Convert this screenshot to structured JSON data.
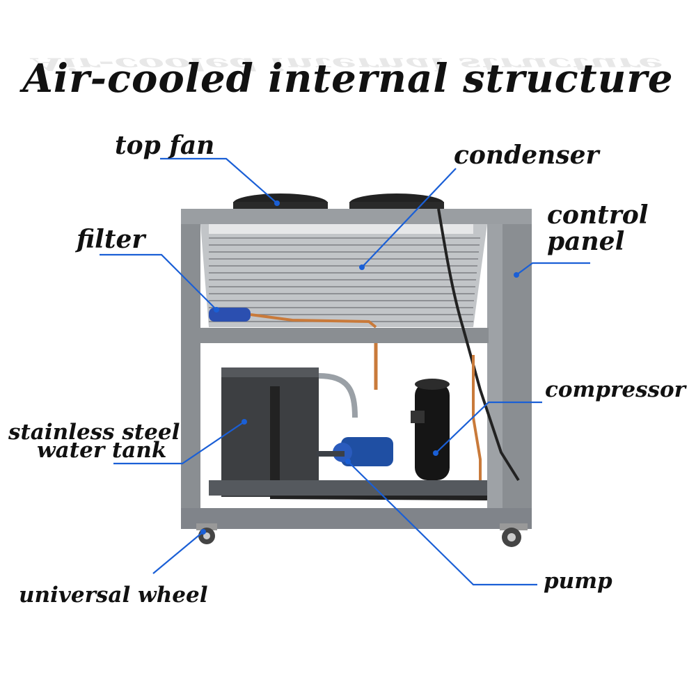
{
  "title": "Air-cooled internal structure",
  "labels": {
    "top_fan": "top fan",
    "condenser": "condenser",
    "control_panel_line1": "control",
    "control_panel_line2": "panel",
    "filter": "filter",
    "compressor": "compressor",
    "tank_line1": "stainless steel",
    "tank_line2": "water tank",
    "pump": "pump",
    "wheel": "universal wheel"
  },
  "colors": {
    "leader_line": "#1a5fd6",
    "frame": "#8a8e92",
    "coil": "#b9bcbf",
    "copper": "#c97a3a",
    "tank": "#3d3f42"
  }
}
